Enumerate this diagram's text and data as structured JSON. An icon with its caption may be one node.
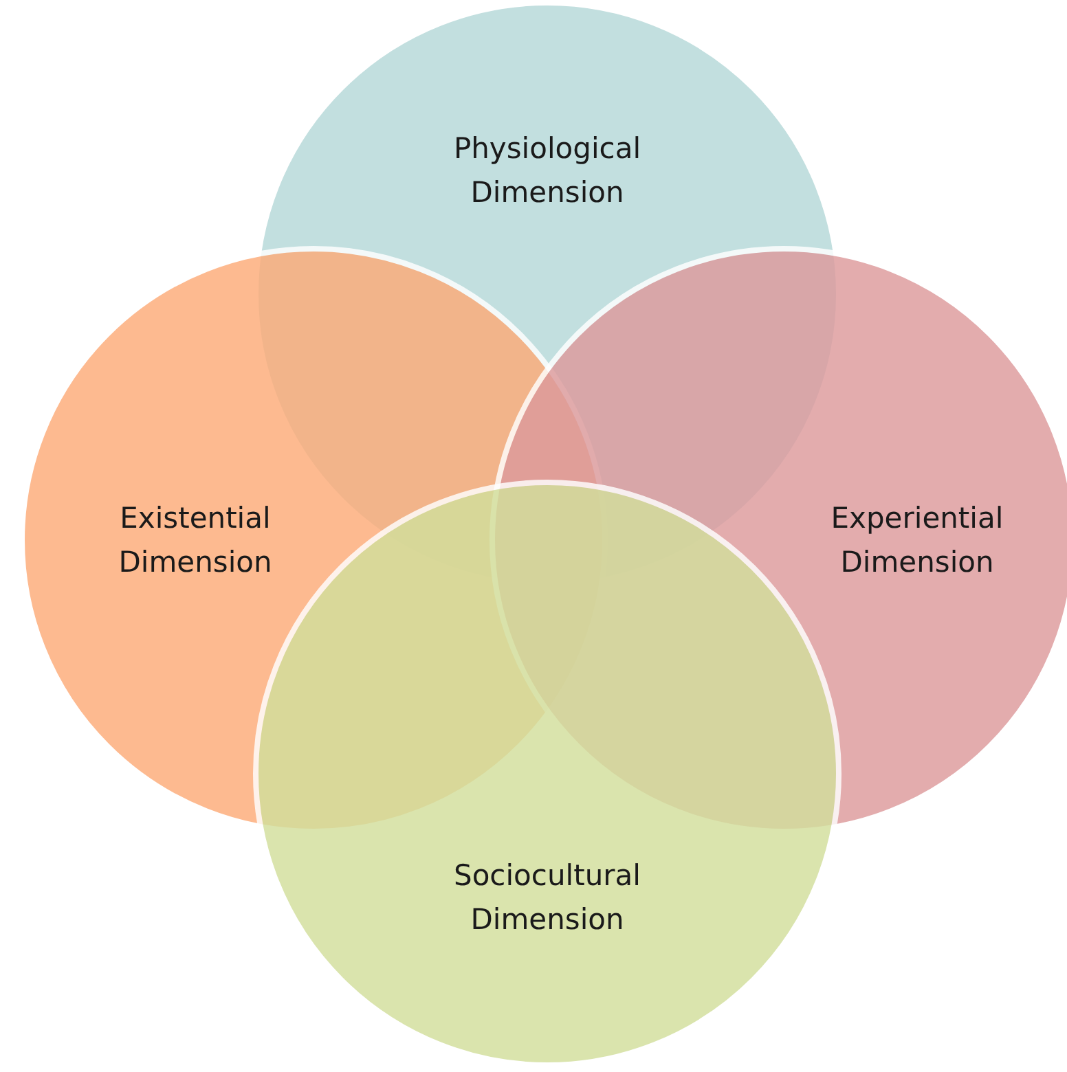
{
  "diagram": {
    "nodes": [
      {
        "text": [
          "Physiological Dimension"
        ]
      },
      {
        "text": [
          "Existential Dimension"
        ]
      },
      {
        "text": [
          "Experiential Dimension"
        ]
      },
      {
        "text": [
          "Sociocultural Dimension"
        ]
      }
    ]
  }
}
